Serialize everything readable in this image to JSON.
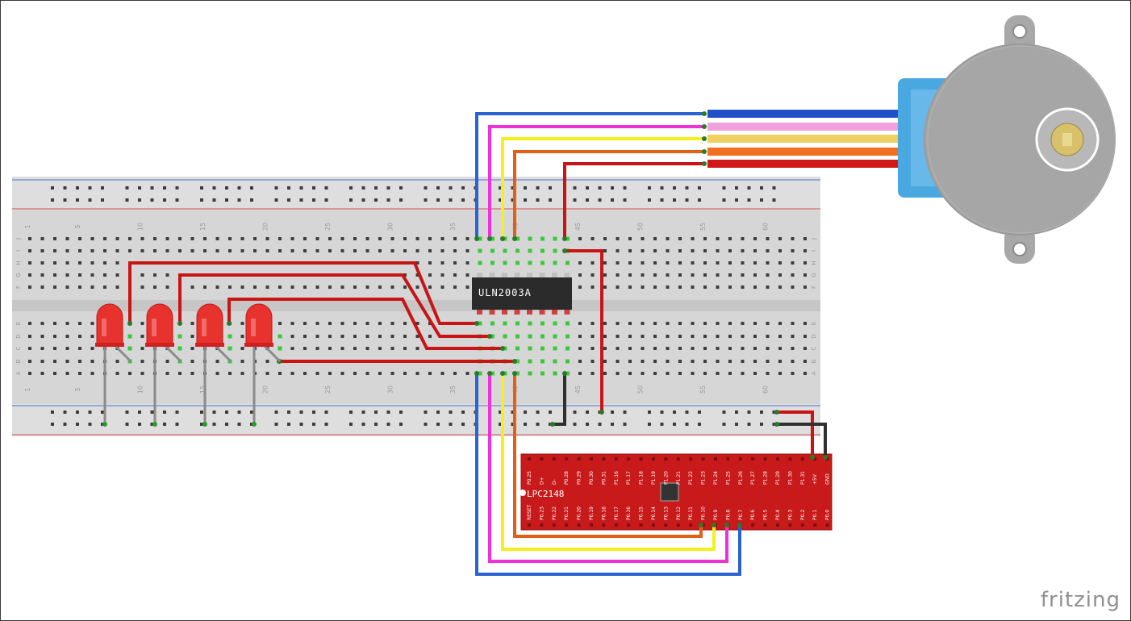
{
  "breadboard": {
    "column_numbers": [
      "1",
      "5",
      "10",
      "15",
      "20",
      "25",
      "30",
      "35",
      "40",
      "45",
      "50",
      "55",
      "60"
    ],
    "row_letters_top": [
      "J",
      "I",
      "H",
      "G",
      "F"
    ],
    "row_letters_bottom": [
      "E",
      "D",
      "C",
      "B",
      "A"
    ]
  },
  "driver_ic": {
    "label": "ULN2003A"
  },
  "microcontroller": {
    "label": "LPC2148",
    "top_pins": [
      "P0.25",
      "D+",
      "D-",
      "P0.28",
      "P0.29",
      "P0.30",
      "P0.31",
      "P1.16",
      "P1.17",
      "P1.18",
      "P1.19",
      "P1.20",
      "P1.21",
      "P1.22",
      "P1.23",
      "P1.24",
      "P1.25",
      "P1.26",
      "P1.27",
      "P1.28",
      "P1.29",
      "P1.30",
      "P1.31",
      "+5V",
      "GND"
    ],
    "bottom_pins": [
      "RESET",
      "P0.23",
      "P0.22",
      "P0.21",
      "P0.20",
      "P0.19",
      "P0.18",
      "P0.17",
      "P0.16",
      "P0.15",
      "P0.14",
      "P0.13",
      "P0.12",
      "P0.11",
      "P0.10",
      "P0.9",
      "P0.8",
      "P0.7",
      "P0.6",
      "P0.5",
      "P0.4",
      "P0.3",
      "P0.2",
      "P0.1",
      "P0.0"
    ]
  },
  "stepper_motor": {
    "wire_colors": [
      "#2050c8",
      "#f0a0dc",
      "#f0d060",
      "#f07020",
      "#d01818"
    ]
  },
  "leds": {
    "count": 4,
    "color": "#e8322e"
  },
  "brand": {
    "text": "fritzing"
  }
}
